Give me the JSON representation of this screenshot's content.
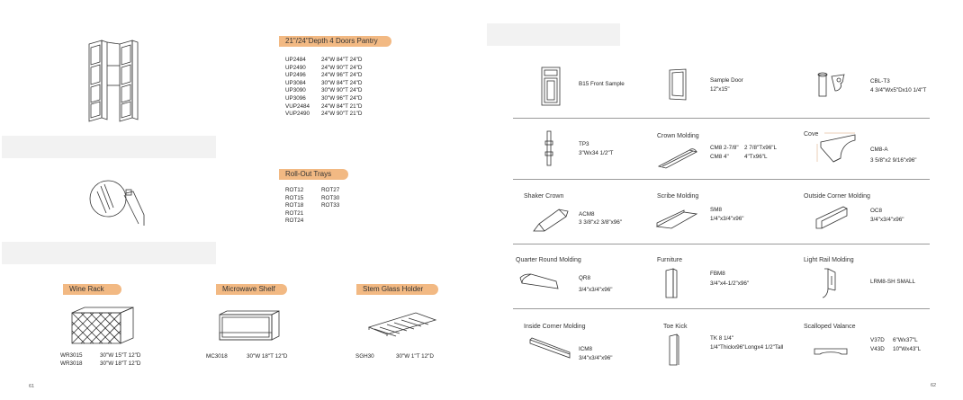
{
  "left_page": {
    "pantry": {
      "title": "21\"/24\"Depth 4 Doors Pantry",
      "rows": [
        {
          "code": "UP2484",
          "size": "24\"W 84\"T 24\"D"
        },
        {
          "code": "UP2490",
          "size": "24\"W 90\"T 24\"D"
        },
        {
          "code": "UP2496",
          "size": "24\"W 96\"T 24\"D"
        },
        {
          "code": "UP3084",
          "size": "30\"W 84\"T 24\"D"
        },
        {
          "code": "UP3090",
          "size": "30\"W 90\"T 24\"D"
        },
        {
          "code": "UP3096",
          "size": "30\"W 96\"T 24\"D"
        },
        {
          "code": "VUP2484",
          "size": "24\"W 84\"T 21\"D"
        },
        {
          "code": "VUP2490",
          "size": "24\"W 90\"T 21\"D"
        }
      ]
    },
    "rollout": {
      "title": "Roll-Out Trays",
      "col1": [
        "ROT12",
        "ROT15",
        "ROT18",
        "ROT21",
        "ROT24"
      ],
      "col2": [
        "ROT27",
        "ROT30",
        "ROT33"
      ]
    },
    "wine": {
      "title": "Wine Rack",
      "rows": [
        {
          "code": "WR3015",
          "size": "30\"W 15\"T 12\"D"
        },
        {
          "code": "WR3018",
          "size": "30\"W 18\"T 12\"D"
        }
      ]
    },
    "micro": {
      "title": "Microwave Shelf",
      "code": "MC3018",
      "size": "30\"W 18\"T 12\"D"
    },
    "stem": {
      "title": "Stem Glass Holder",
      "code": "SGH30",
      "size": "30\"W 1\"T 12\"D"
    },
    "page_number": "61"
  },
  "right_page": {
    "row1": {
      "b15": {
        "label": "B15 Front Sample"
      },
      "sample": {
        "line1": "Sample Door",
        "line2": "12\"x15\""
      },
      "cbl": {
        "line1": "CBL-T3",
        "line2": "4 3/4\"Wx5\"Dx10 1/4\"T"
      }
    },
    "row2": {
      "tp3": {
        "line1": "TP3",
        "line2": "3\"Wx34 1/2\"T"
      },
      "crown": {
        "title": "Crown Molding",
        "code1": "CM8 2-7/8\"",
        "size1": "2 7/8\"Tx96\"L",
        "code2": "CM8 4\"",
        "size2": "4\"Tx96\"L"
      },
      "cove": {
        "title": "Cove",
        "line1": "CM8-A",
        "line2": "3 5/8\"x2 9/16\"x96\""
      }
    },
    "row3": {
      "shaker": {
        "title": "Shaker Crown",
        "line1": "ACM8",
        "line2": "3 3/8\"x2 3/8\"x96\""
      },
      "scribe": {
        "title": "Scribe Molding",
        "line1": "SM8",
        "line2": "1/4\"x3/4\"x96\""
      },
      "outside": {
        "title": "Outside Corner Molding",
        "line1": "OC8",
        "line2": "3/4\"x3/4\"x96\""
      }
    },
    "row4": {
      "quarter": {
        "title": "Quarter Round Molding",
        "line1": "QR8",
        "line2": "3/4\"x3/4\"x96\""
      },
      "furniture": {
        "title": "Furniture",
        "line1": "FBM8",
        "line2": "3/4\"x4-1/2\"x96\""
      },
      "lightrail": {
        "title": "Light Rail Molding",
        "line1": "LRM8-SH SMALL"
      }
    },
    "row5": {
      "inside": {
        "title": "Inside Corner Molding",
        "line1": "ICM8",
        "line2": "3/4\"x3/4\"x96\""
      },
      "toekick": {
        "title": "Toe Kick",
        "line1": "TK 8 1/4\"",
        "line2": "1/4\"Thickx96\"Longx4 1/2\"Tall"
      },
      "scalloped": {
        "title": "Scalloped Valance",
        "code1": "V37D",
        "size1": "6\"Wx37\"L",
        "code2": "V43D",
        "size2": "10\"Wx43\"L"
      }
    },
    "page_number": "62"
  }
}
